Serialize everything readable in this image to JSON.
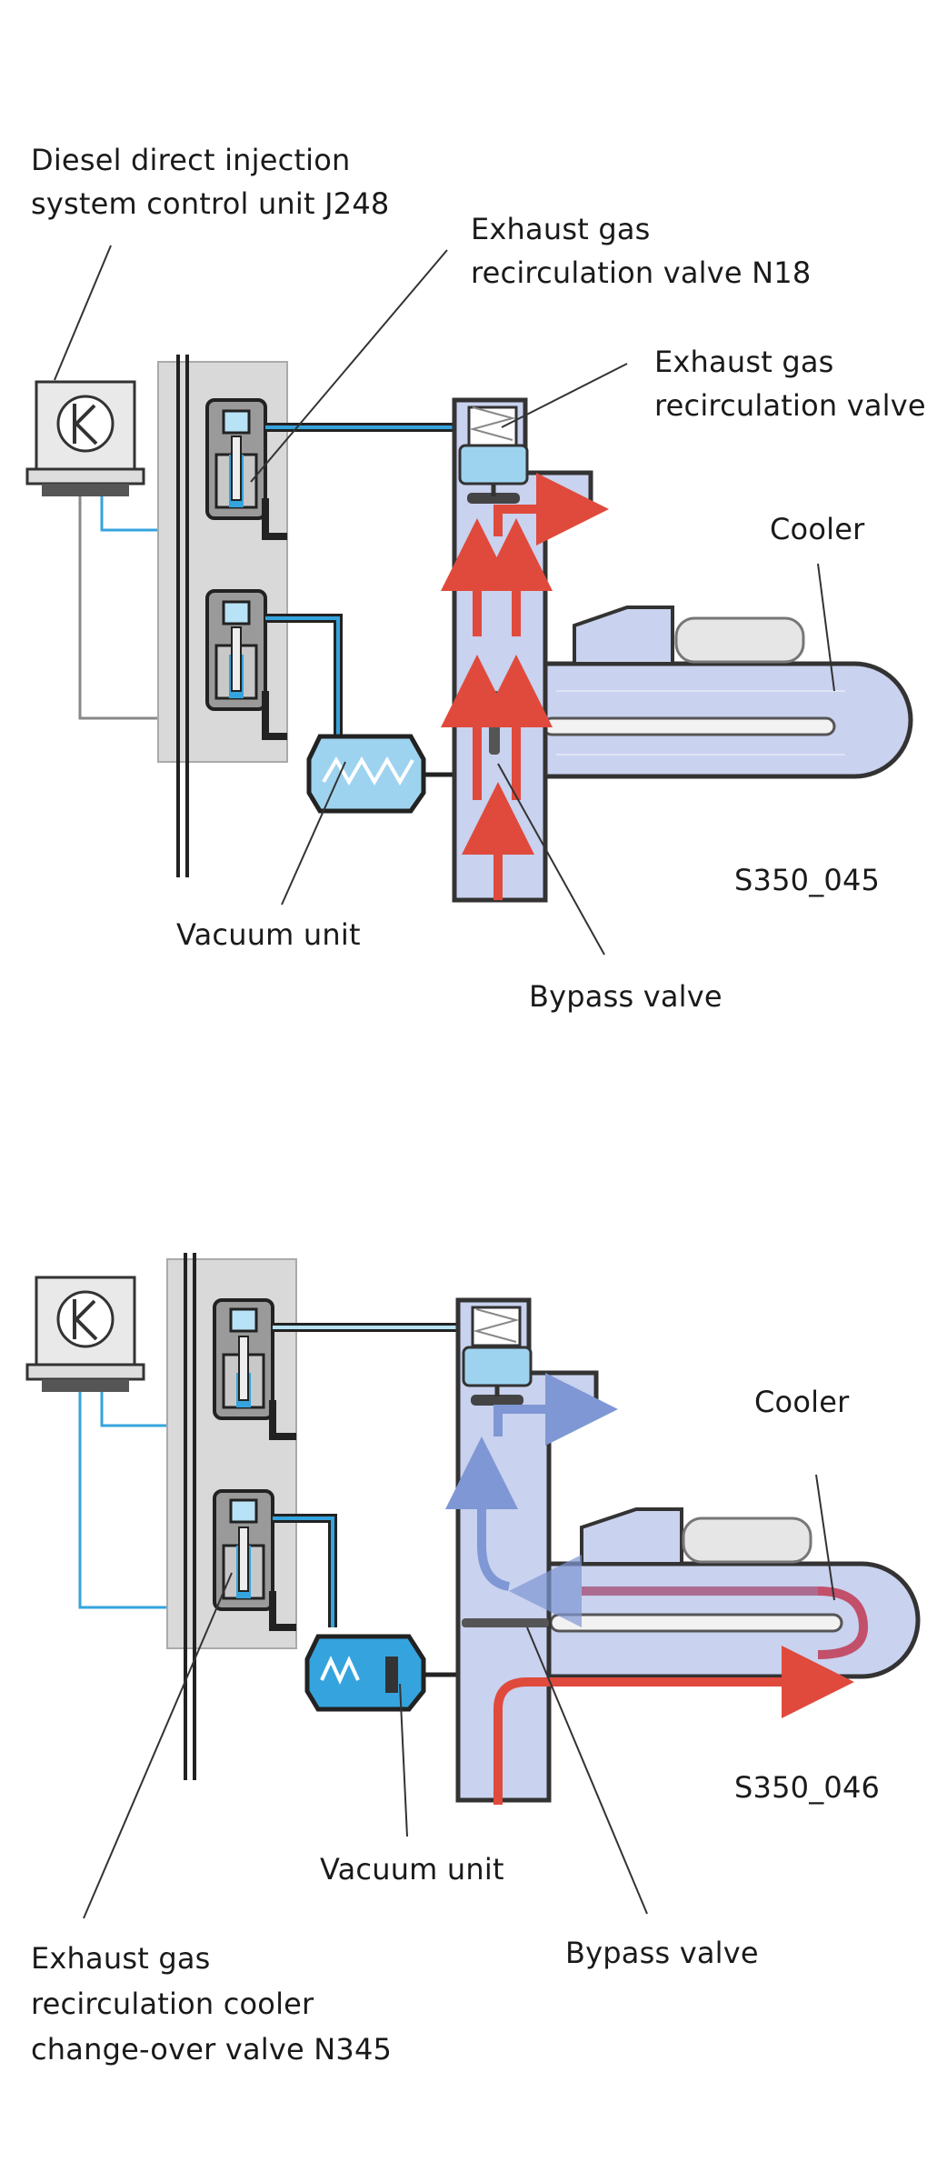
{
  "top_diagram": {
    "control_unit_label": [
      "Diesel direct injection",
      "system control unit J248"
    ],
    "egr_valve_n18_label": [
      "Exhaust gas",
      "recirculation valve N18"
    ],
    "egr_valve_label": [
      "Exhaust gas",
      "recirculation valve"
    ],
    "cooler_label": "Cooler",
    "figure_id": "S350_045",
    "vacuum_unit_label": "Vacuum unit",
    "bypass_valve_label": "Bypass valve"
  },
  "bottom_diagram": {
    "cooler_label": "Cooler",
    "figure_id": "S350_046",
    "vacuum_unit_label": "Vacuum unit",
    "bypass_valve_label": "Bypass valve",
    "changeover_valve_label": [
      "Exhaust gas",
      "recirculation cooler",
      "change-over valve N345"
    ]
  },
  "colors": {
    "hot_gas": "#e04a3c",
    "cool_gas": "#7f97d4",
    "vacuum_line": "#35a4de",
    "housing": "#c9d2ee",
    "panel": "#d9d9d9"
  }
}
